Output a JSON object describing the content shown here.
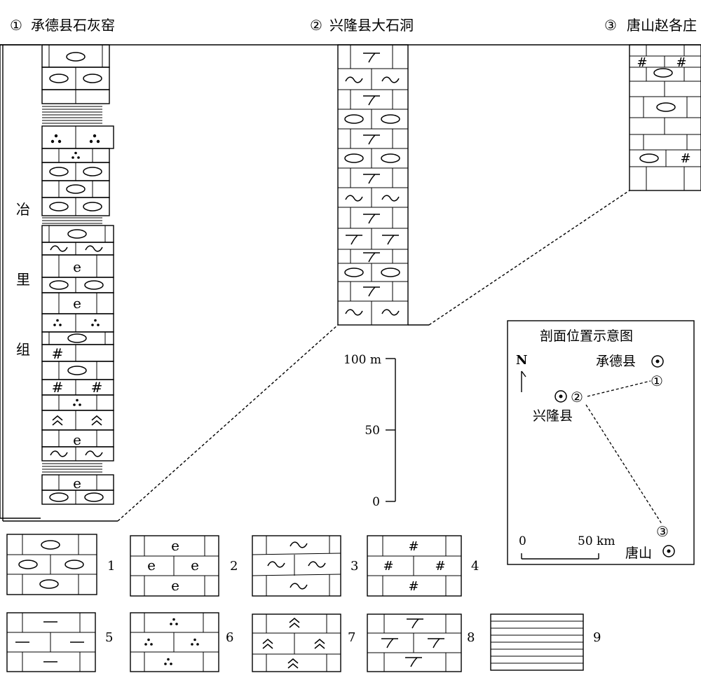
{
  "sections": [
    {
      "num": "①",
      "name": "承德县石灰窑"
    },
    {
      "num": "②",
      "name": "兴隆县大石洞"
    },
    {
      "num": "③",
      "name": "唐山赵各庄"
    }
  ],
  "formation": [
    "冶",
    "里",
    "组"
  ],
  "scale": {
    "top": "100 m",
    "mid": "50",
    "bottom": "0"
  },
  "inset": {
    "title": "剖面位置示意图",
    "north": "N",
    "city1": "承德县",
    "city2": "兴隆县",
    "city3": "唐山",
    "mark1": "①",
    "mark2": "②",
    "mark3": "③",
    "bar_start": "0",
    "bar_end": "50 km"
  },
  "legend": [
    "1",
    "2",
    "3",
    "4",
    "5",
    "6",
    "7",
    "8",
    "9"
  ],
  "symbols": {
    "e": "e",
    "hash": "#"
  }
}
